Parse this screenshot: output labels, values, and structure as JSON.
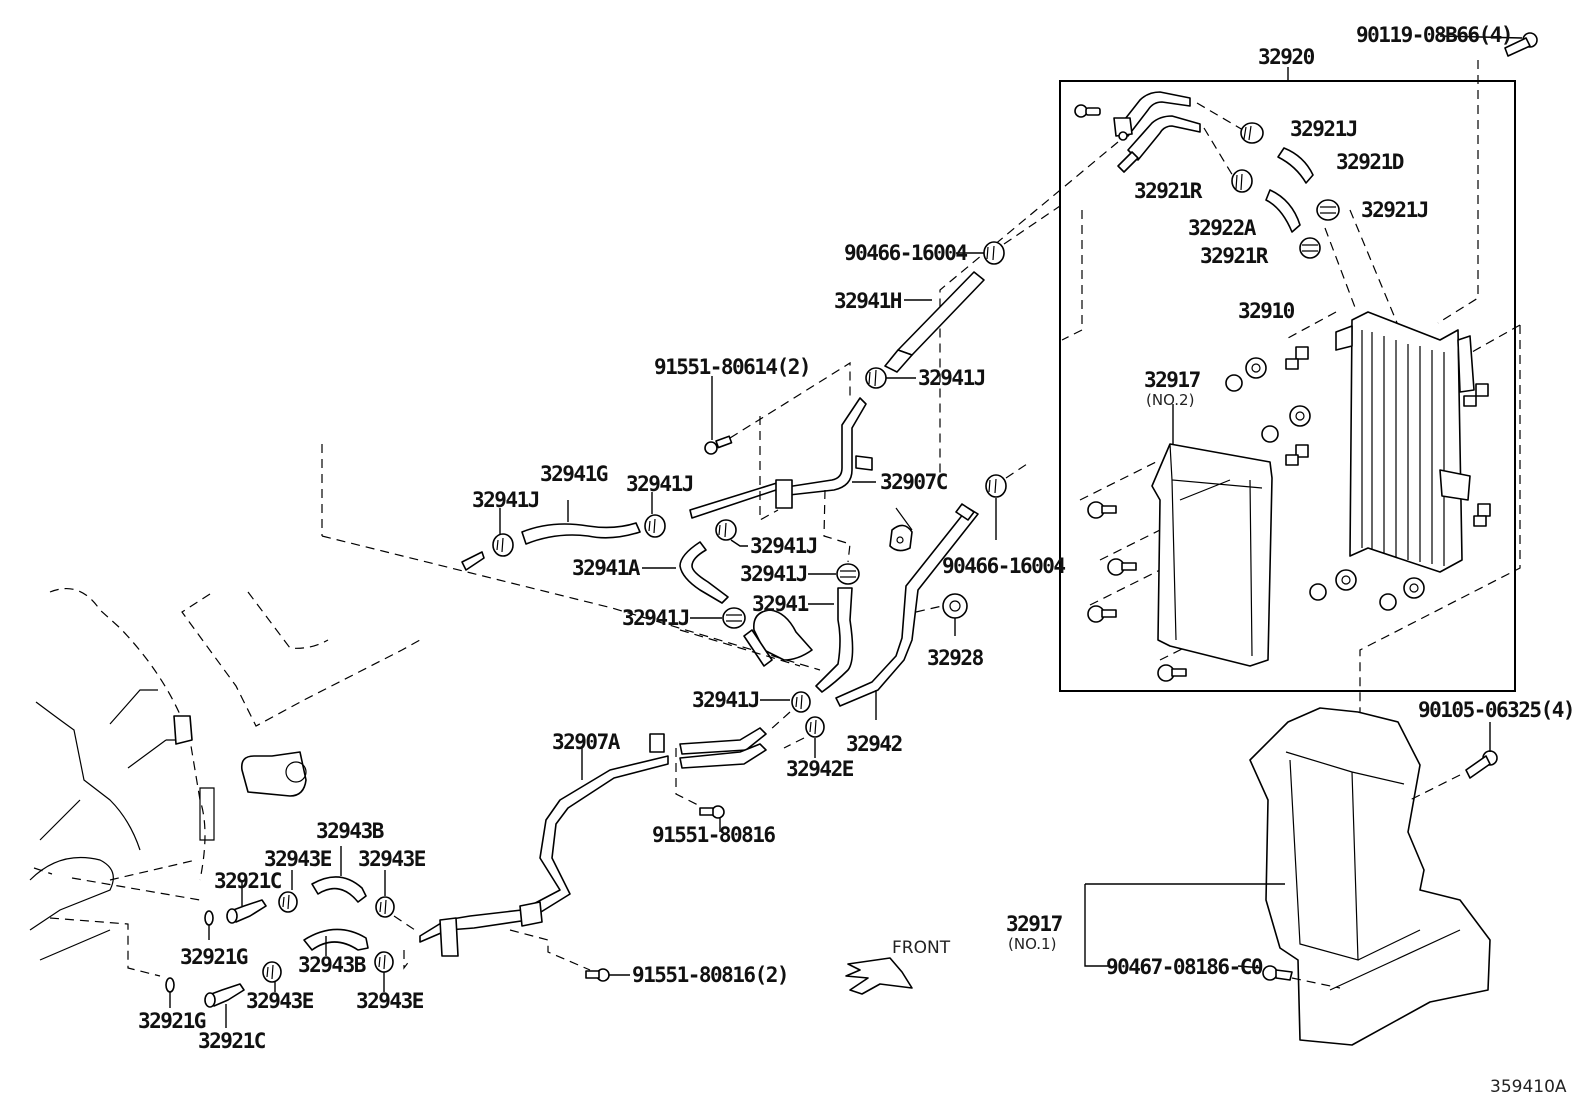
{
  "diagram": {
    "title": "Oil cooler & tube parts diagram",
    "figure_id": "359410A",
    "direction_label": "FRONT",
    "callouts": [
      {
        "id": "c-90119",
        "text": "90119-08B66(4)"
      },
      {
        "id": "c-32920",
        "text": "32920"
      },
      {
        "id": "c-32921J-a",
        "text": "32921J"
      },
      {
        "id": "c-32921D",
        "text": "32921D"
      },
      {
        "id": "c-32921R-a",
        "text": "32921R"
      },
      {
        "id": "c-32921J-b",
        "text": "32921J"
      },
      {
        "id": "c-32922A",
        "text": "32922A"
      },
      {
        "id": "c-32921R-b",
        "text": "32921R"
      },
      {
        "id": "c-32910",
        "text": "32910"
      },
      {
        "id": "c-32917-no2",
        "text": "32917"
      },
      {
        "id": "c-32917-no2-sub",
        "text": "(NO.2)"
      },
      {
        "id": "c-90105",
        "text": "90105-06325(4)"
      },
      {
        "id": "c-32917-no1",
        "text": "32917"
      },
      {
        "id": "c-32917-no1-sub",
        "text": "(NO.1)"
      },
      {
        "id": "c-90467",
        "text": "90467-08186-C0"
      },
      {
        "id": "c-90466-a",
        "text": "90466-16004"
      },
      {
        "id": "c-32941H",
        "text": "32941H"
      },
      {
        "id": "c-91551-80614",
        "text": "91551-80614(2)"
      },
      {
        "id": "c-32941J-a",
        "text": "32941J"
      },
      {
        "id": "c-32907C",
        "text": "32907C"
      },
      {
        "id": "c-32941G",
        "text": "32941G"
      },
      {
        "id": "c-32941J-b",
        "text": "32941J"
      },
      {
        "id": "c-32941J-c",
        "text": "32941J"
      },
      {
        "id": "c-32941J-d",
        "text": "32941J"
      },
      {
        "id": "c-32941A",
        "text": "32941A"
      },
      {
        "id": "c-32941J-e",
        "text": "32941J"
      },
      {
        "id": "c-32941",
        "text": "32941"
      },
      {
        "id": "c-32941J-f",
        "text": "32941J"
      },
      {
        "id": "c-90466-b",
        "text": "90466-16004"
      },
      {
        "id": "c-32928",
        "text": "32928"
      },
      {
        "id": "c-32941J-g",
        "text": "32941J"
      },
      {
        "id": "c-32942",
        "text": "32942"
      },
      {
        "id": "c-32942E",
        "text": "32942E"
      },
      {
        "id": "c-32907A",
        "text": "32907A"
      },
      {
        "id": "c-91551-80816",
        "text": "91551-80816"
      },
      {
        "id": "c-91551-80816-2",
        "text": "91551-80816(2)"
      },
      {
        "id": "c-32943B-a",
        "text": "32943B"
      },
      {
        "id": "c-32943E-a",
        "text": "32943E"
      },
      {
        "id": "c-32943E-b",
        "text": "32943E"
      },
      {
        "id": "c-32921C-a",
        "text": "32921C"
      },
      {
        "id": "c-32921G-a",
        "text": "32921G"
      },
      {
        "id": "c-32943B-b",
        "text": "32943B"
      },
      {
        "id": "c-32921G-b",
        "text": "32921G"
      },
      {
        "id": "c-32943E-c",
        "text": "32943E"
      },
      {
        "id": "c-32943E-d",
        "text": "32943E"
      },
      {
        "id": "c-32921C-b",
        "text": "32921C"
      }
    ]
  }
}
